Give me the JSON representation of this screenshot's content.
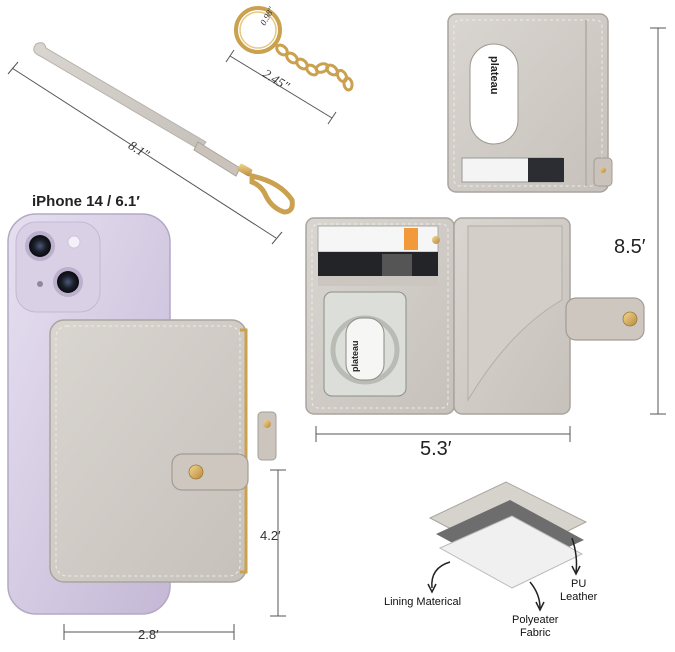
{
  "phone_label": "iPhone 14 / 6.1′",
  "dimensions": {
    "keyring_diameter": "0.98″",
    "keyring_length": "2.45″",
    "strap_length": "8.1″",
    "open_height": "8.5′",
    "open_width": "5.3′",
    "closed_height": "4.2′",
    "closed_width": "2.8′"
  },
  "brand": "plateau",
  "material_layers": {
    "lining": "Lining Materical",
    "pu_line1": "PU",
    "pu_line2": "Leather",
    "poly_line1": "Polyeater",
    "poly_line2": "Fabric"
  },
  "colors": {
    "leather": "#cfcac4",
    "phone": "#c9bfd8"
  }
}
